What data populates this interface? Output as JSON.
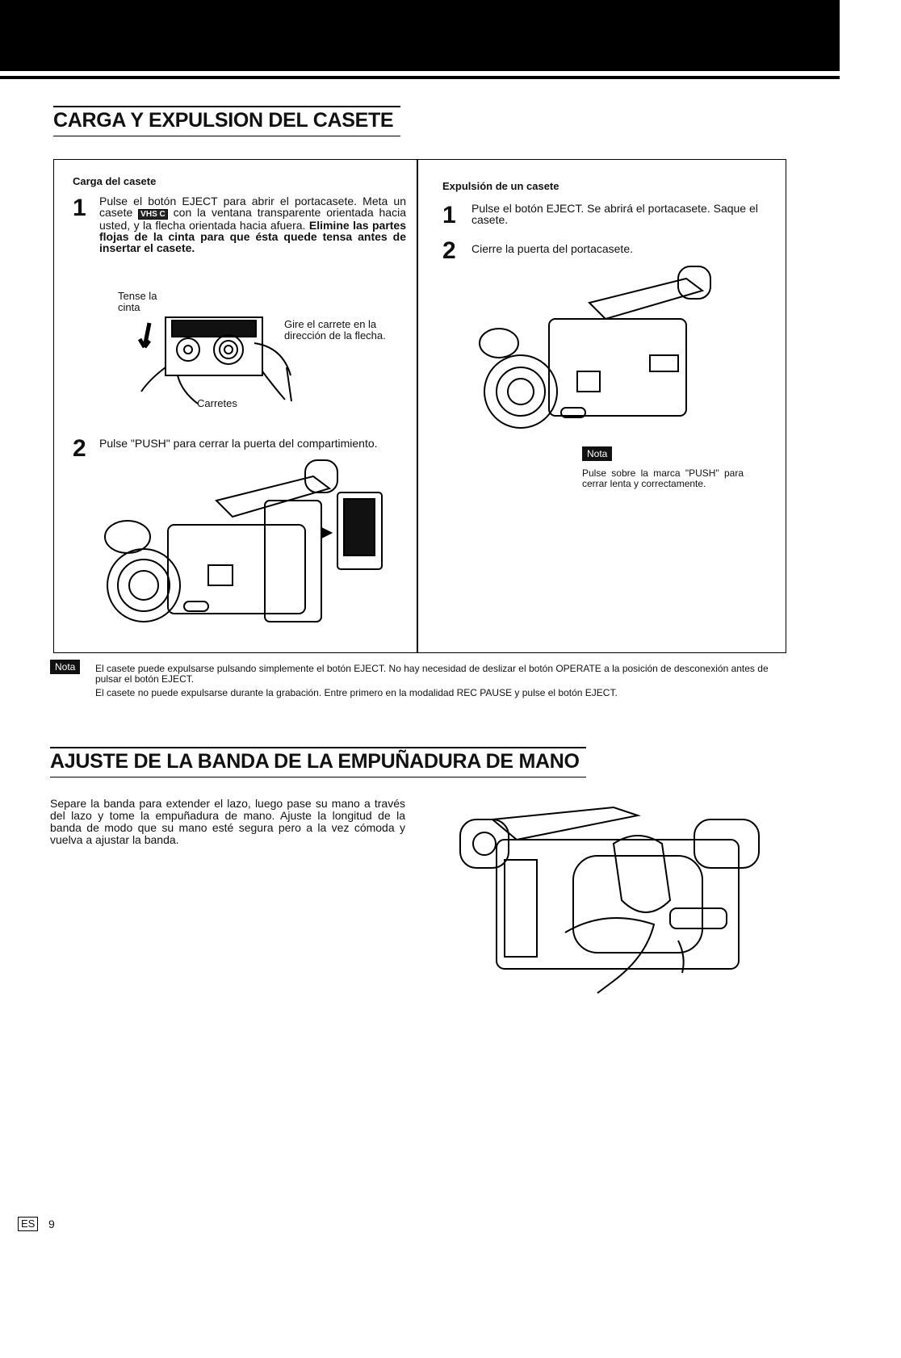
{
  "section1": {
    "title": "CARGA Y EXPULSION DEL CASETE",
    "left": {
      "subtitle": "Carga del casete",
      "step1_num": "1",
      "step1_text_a": "Pulse el botón EJECT para abrir el portacasete. Meta un casete",
      "step1_vhs": "VHS C",
      "step1_text_b": "con la ventana transparente orientada hacia usted, y la flecha orientada hacia afuera.",
      "step1_bold": "Elimine las partes flojas de la cinta para que ésta quede tensa antes de insertar el casete.",
      "fig_label_tense": "Tense la cinta",
      "fig_label_gire": "Gire el carrete en la dirección de la flecha.",
      "fig_label_carretes": "Carretes",
      "step2_num": "2",
      "step2_text": "Pulse \"PUSH\" para cerrar la puerta del compartimiento."
    },
    "right": {
      "subtitle": "Expulsión de un casete",
      "step1_num": "1",
      "step1_text": "Pulse el botón EJECT. Se abrirá el portacasete. Saque el casete.",
      "step2_num": "2",
      "step2_text": "Cierre la puerta del portacasete.",
      "nota_label": "Nota",
      "nota_text": "Pulse sobre la marca \"PUSH\" para cerrar lenta y correctamente."
    },
    "bottom_note": {
      "label": "Nota",
      "line1": "El casete puede expulsarse pulsando simplemente el botón EJECT. No hay necesidad de deslizar el botón OPERATE a la posición de desconexión antes de pulsar el botón EJECT.",
      "line2": "El casete no puede expulsarse durante la grabación. Entre primero en la modalidad REC PAUSE y pulse el botón EJECT."
    }
  },
  "section2": {
    "title": "AJUSTE DE LA BANDA DE LA EMPUÑADURA DE MANO",
    "text": "Separe la banda para extender el lazo, luego pase su mano a través del lazo y tome la empuñadura de mano. Ajuste la longitud de la banda de modo que su mano esté segura pero a la vez cómoda y vuelva a ajustar la banda."
  },
  "footer": {
    "lang": "ES",
    "page": "9"
  }
}
